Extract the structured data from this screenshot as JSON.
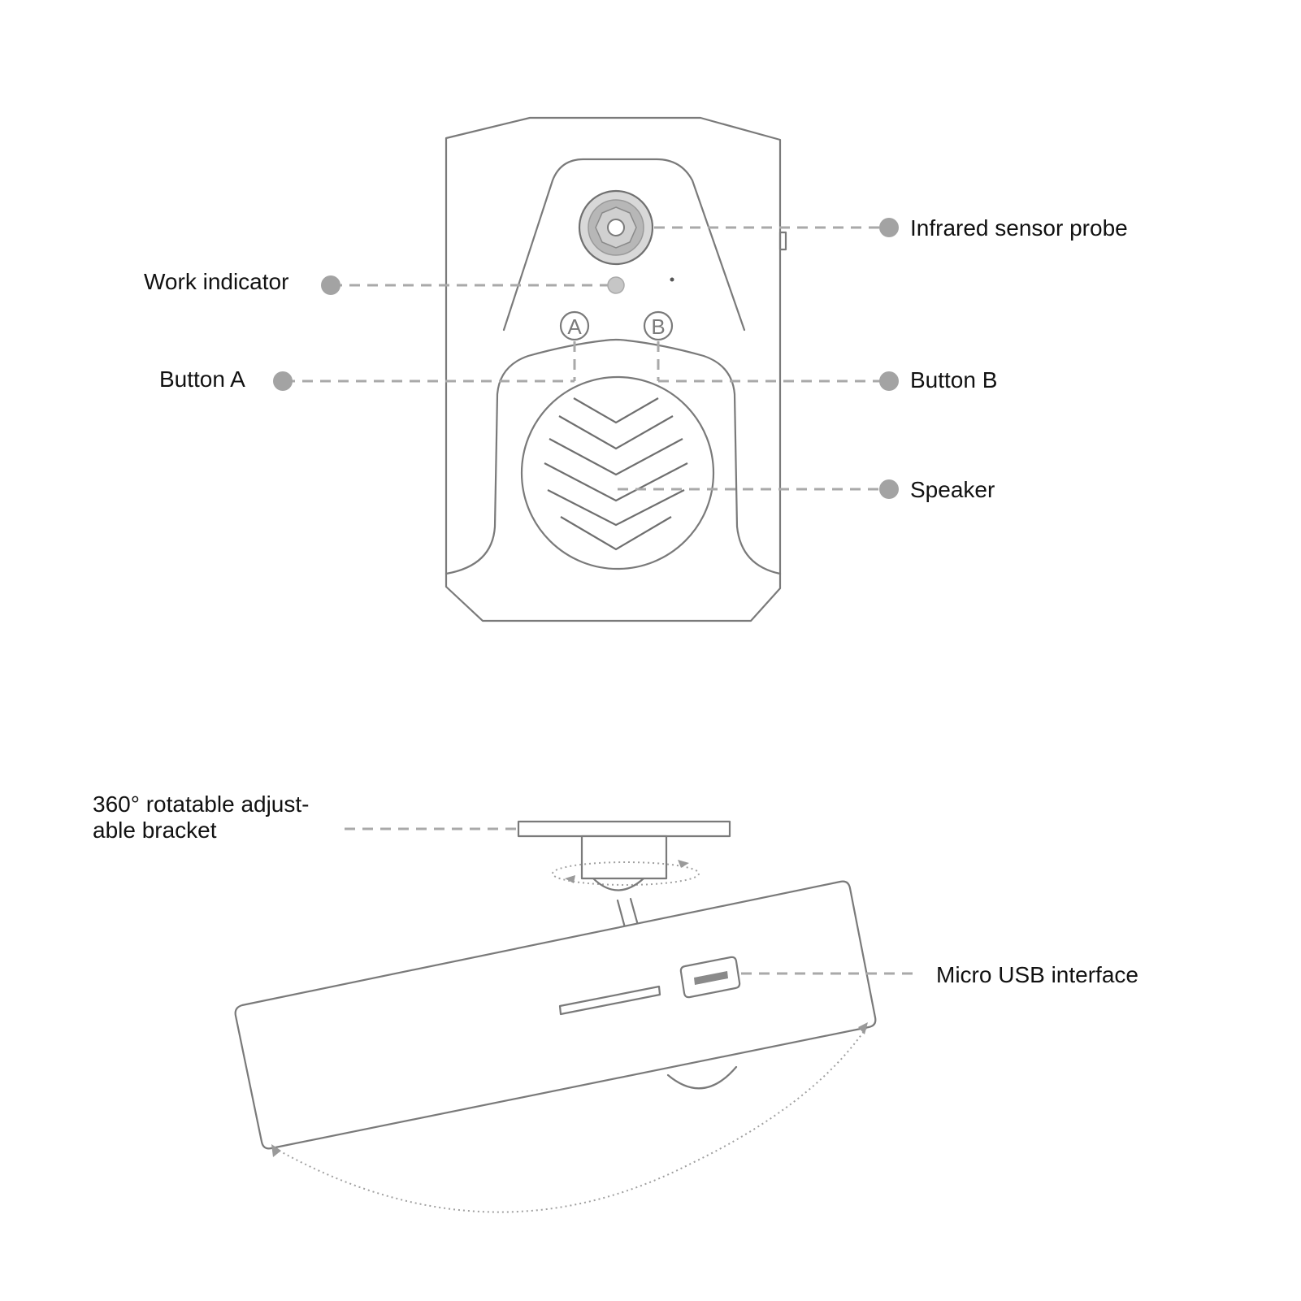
{
  "labels": {
    "infrared_sensor_probe": "Infrared sensor probe",
    "work_indicator": "Work indicator",
    "button_a": "Button A",
    "button_b": "Button B",
    "speaker": "Speaker",
    "bracket_line1": "360° rotatable adjust-",
    "bracket_line2": "able bracket",
    "micro_usb_interface": "Micro USB interface"
  },
  "button_marks": {
    "a": "A",
    "b": "B"
  },
  "colors": {
    "outline": "#7a7a7a",
    "leader": "#a9a9a9",
    "text": "#111111"
  }
}
